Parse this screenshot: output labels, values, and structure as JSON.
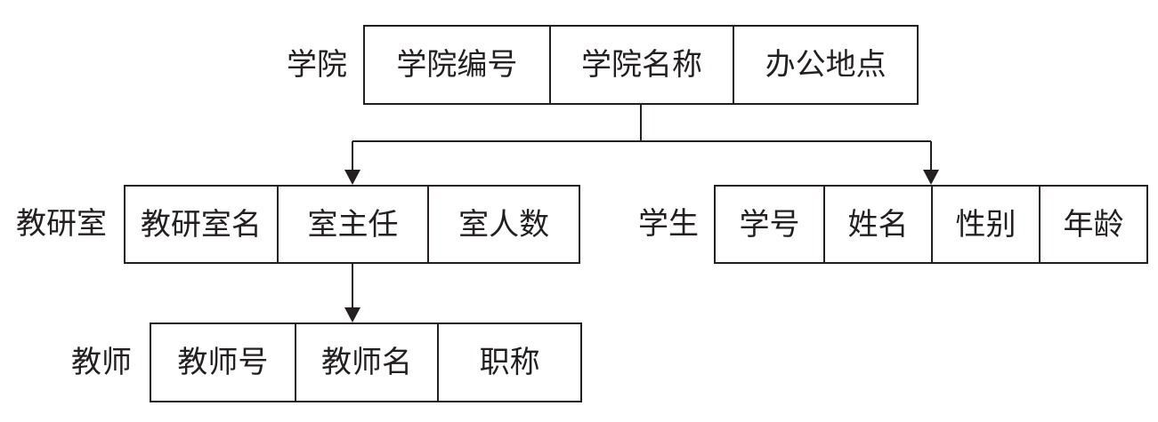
{
  "college": {
    "name": "学院",
    "fields": [
      "学院编号",
      "学院名称",
      "办公地点"
    ]
  },
  "department": {
    "name": "教研室",
    "fields": [
      "教研室名",
      "室主任",
      "室人数"
    ]
  },
  "student": {
    "name": "学生",
    "fields": [
      "学号",
      "姓名",
      "性别",
      "年龄"
    ]
  },
  "teacher": {
    "name": "教师",
    "fields": [
      "教师号",
      "教师名",
      "职称"
    ]
  },
  "line_color": "#231f20"
}
